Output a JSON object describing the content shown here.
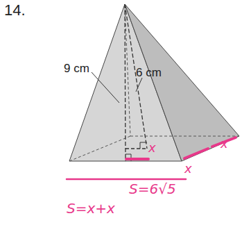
{
  "diagram": {
    "labels": [
      "14.",
      "9 cm",
      "6 cm",
      "x",
      "x",
      "x",
      "S=6√5",
      "S=x+x"
    ]
  }
}
